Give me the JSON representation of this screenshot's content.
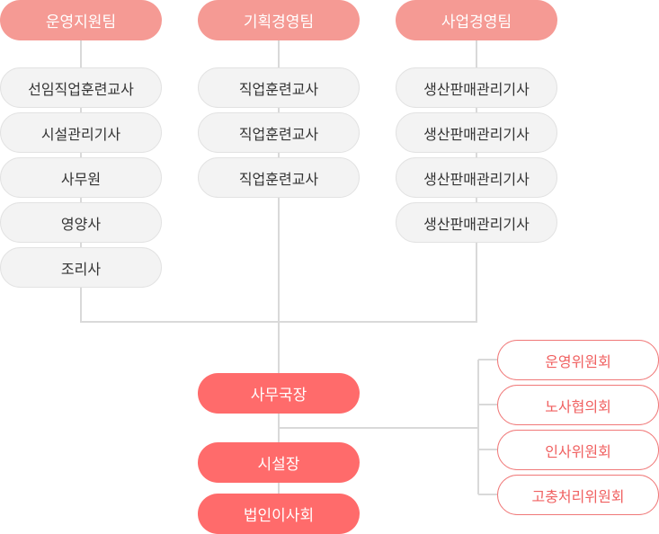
{
  "teams": [
    {
      "name": "운영지원팀",
      "roles": [
        "선임직업훈련교사",
        "시설관리기사",
        "사무원",
        "영양사",
        "조리사"
      ]
    },
    {
      "name": "기획경영팀",
      "roles": [
        "직업훈련교사",
        "직업훈련교사",
        "직업훈련교사"
      ]
    },
    {
      "name": "사업경영팀",
      "roles": [
        "생산판매관리기사",
        "생산판매관리기사",
        "생산판매관리기사",
        "생산판매관리기사"
      ]
    }
  ],
  "executive": {
    "secretary_general": "사무국장",
    "facility_head": "시설장",
    "board": "법인이사회"
  },
  "committees": [
    "운영위원회",
    "노사협의회",
    "인사위원회",
    "고충처리위원회"
  ],
  "colors": {
    "team_fill": "#f59a94",
    "exec_fill": "#ff6b6b",
    "committee_border": "#f07878",
    "committee_text": "#f06060",
    "role_fill": "#f3f3f3",
    "line": "#d9d9d9"
  }
}
